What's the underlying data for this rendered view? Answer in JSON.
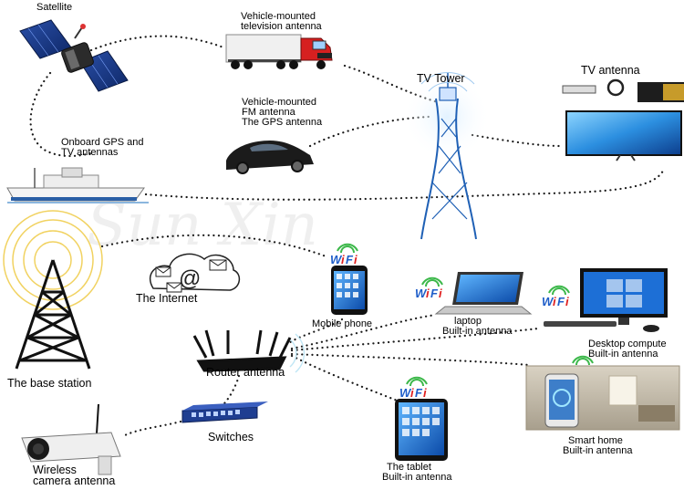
{
  "watermark": "Sun Xin",
  "labels": {
    "satellite": "Satellite",
    "vehicle_tv": [
      "Vehicle-mounted",
      "television antenna"
    ],
    "vehicle_fm": [
      "Vehicle-mounted",
      "FM antenna",
      "The GPS antenna"
    ],
    "onboard": [
      "Onboard GPS and",
      "TV antennas"
    ],
    "tv_tower": "TV Tower",
    "tv_antenna": "TV antenna",
    "internet": "The Internet",
    "mobile": "Mobile phone",
    "laptop": [
      "laptop",
      "Built-in antenna"
    ],
    "desktop": [
      "Desktop compute",
      "Built-in antenna"
    ],
    "base_station": "The base station",
    "router": "Router antenna",
    "smart_home": [
      "Smart home",
      "Built-in antenna"
    ],
    "switches": "Switches",
    "tablet": [
      "The tablet",
      "Built-in antenna"
    ],
    "camera": [
      "Wireless",
      "camera antenna"
    ]
  },
  "wifi_badge": {
    "w": "W",
    "i": "i",
    "f": "F",
    "i2": "i"
  },
  "colors": {
    "wifi_blue": "#1f5ec9",
    "wifi_red": "#e02020",
    "wifi_green": "#3cb84a",
    "dots": "#1a1a1a"
  }
}
